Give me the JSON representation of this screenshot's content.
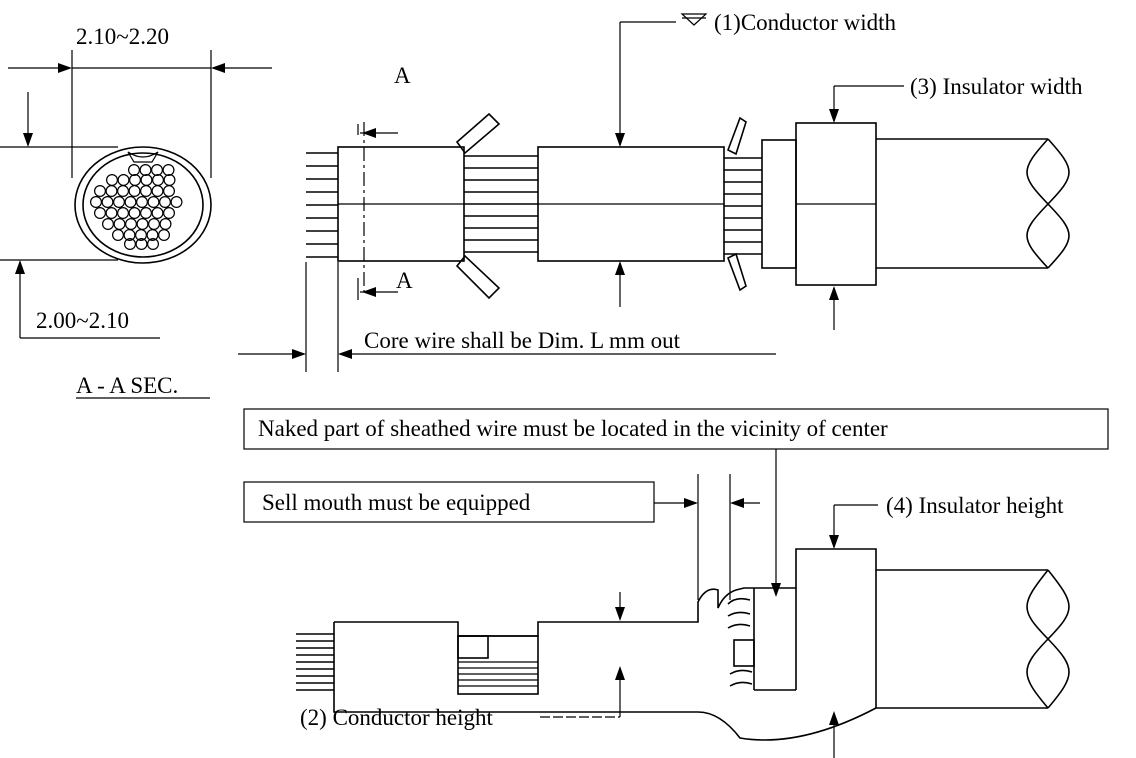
{
  "section_view": {
    "width_dim": "2.10~2.20",
    "height_dim": "2.00~2.10",
    "cut_mark": "A",
    "caption": "A - A SEC."
  },
  "top_view": {
    "conductor_width": "(1)Conductor width",
    "insulator_width": "(3) Insulator width",
    "core_wire_note": "Core wire shall be Dim. L mm out",
    "cut_mark_top": "A",
    "cut_mark_bottom": "A"
  },
  "side_view": {
    "naked_part_note": "Naked part of sheathed wire must be located in the vicinity of center",
    "bell_mouth_note": "Sell mouth must be equipped",
    "insulator_height": "(4) Insulator height",
    "conductor_height": "(2) Conductor height"
  },
  "colors": {
    "line": "#000000",
    "background": "#ffffff"
  }
}
